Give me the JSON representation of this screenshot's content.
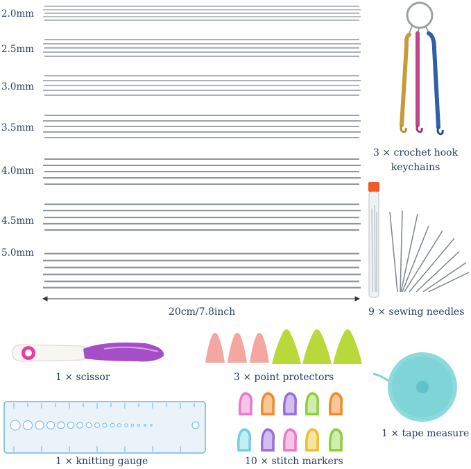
{
  "needle_sizes": [
    "2.0mm",
    "2.5mm",
    "3.0mm",
    "3.5mm",
    "4.0mm",
    "4.5mm",
    "5.0mm"
  ],
  "length_label": "20cm/7.8inch",
  "labels": {
    "crochet": "3 × crochet hook\nkeychains",
    "sewing": "9 × sewing needles",
    "scissor": "1 × scissor",
    "protectors": "3 × point protectors",
    "tape": "1 × tape measure",
    "gauge": "1 × knitting gauge",
    "markers": "10 × stitch markers"
  },
  "colors": {
    "label_text": "#243b5e",
    "needle": "#9aa0a6",
    "hook_gold": "#c89a3a",
    "hook_pink": "#c0468a",
    "hook_blue": "#2f5fa8",
    "scissor_purple": "#a64dc8",
    "protector_pink": "#f3a7a0",
    "protector_green": "#b9d83a",
    "tape_teal": "#7fd4d8",
    "gauge_blue": "#6fb2e8",
    "marker_colors": [
      "#e87ac8",
      "#f08a2c",
      "#9a6ed8",
      "#8ccf3c",
      "#f08a2c",
      "#6fd0e0",
      "#9a6ed8",
      "#e87ac8",
      "#e8c02c",
      "#8ccf3c"
    ]
  }
}
